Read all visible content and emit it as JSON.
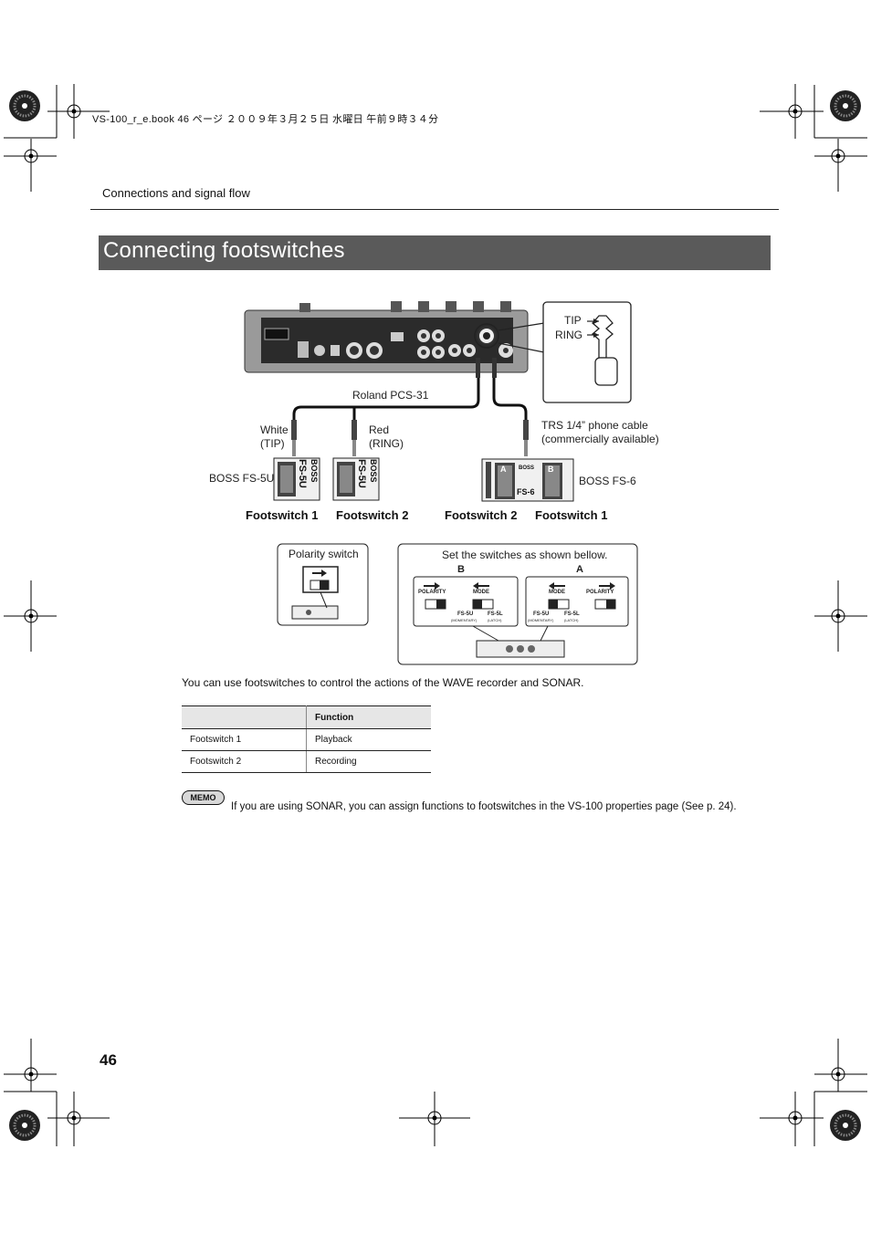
{
  "print_header": "VS-100_r_e.book  46 ページ  ２００９年３月２５日  水曜日  午前９時３４分",
  "breadcrumb": "Connections and signal flow",
  "title": "Connecting footswitches",
  "diagram": {
    "jack_tip": "TIP",
    "jack_ring": "RING",
    "cable_name": "Roland PCS-31",
    "white_plug": "White",
    "white_plug_sub": "(TIP)",
    "red_plug": "Red",
    "red_plug_sub": "(RING)",
    "trs_cable_line1": "TRS 1/4” phone cable",
    "trs_cable_line2": "(commercially available)",
    "boss_fs5u": "BOSS FS-5U",
    "boss_fs6": "BOSS FS-6",
    "fs5u_model": "FS-5U",
    "boss_brand": "BOSS",
    "fs6_model": "FS-6",
    "fs6_pedal_a": "A",
    "fs6_pedal_b": "B",
    "footswitch_labels": [
      "Footswitch 1",
      "Footswitch 2",
      "Footswitch 2",
      "Footswitch 1"
    ],
    "polarity_switch_title": "Polarity switch",
    "set_switches_title": "Set the switches as shown bellow.",
    "side_b": "B",
    "side_a": "A",
    "polarity_label": "POLARITY",
    "mode_label": "MODE",
    "fs5u_mode": "FS-5U",
    "fs5u_mode_sub": "(MOMENTARY)",
    "fs5l_mode": "FS-5L",
    "fs5l_mode_sub": "(LATCH)"
  },
  "intro_text": "You can use footswitches to control the actions of the WAVE recorder and SONAR.",
  "table": {
    "headers": [
      "",
      "Function"
    ],
    "rows": [
      [
        "Footswitch 1",
        "Playback"
      ],
      [
        "Footswitch 2",
        "Recording"
      ]
    ]
  },
  "memo": {
    "badge": "MEMO",
    "text": "If you are using SONAR, you can assign functions to footswitches in the VS-100 properties page (See p. 24)."
  },
  "page_number": "46"
}
